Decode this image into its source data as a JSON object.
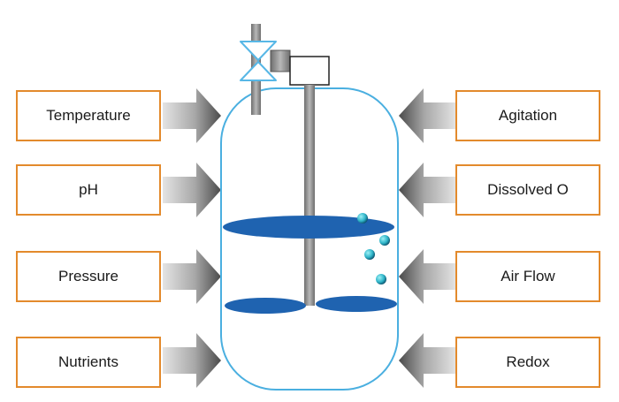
{
  "diagram": {
    "inputs_left": [
      {
        "label": "Temperature"
      },
      {
        "label": "pH"
      },
      {
        "label": "Pressure"
      },
      {
        "label": "Nutrients"
      }
    ],
    "inputs_right": [
      {
        "label": "Agitation"
      },
      {
        "label": "Dissolved O"
      },
      {
        "label": "Air Flow"
      },
      {
        "label": "Redox"
      }
    ]
  },
  "colors": {
    "box_border": "#e38a2c",
    "vessel_outline": "#4aafe0",
    "impeller": "#1f63b0",
    "shaft": "#8c8c8c",
    "valve": "#57b7e6",
    "arrow_dark": "#4a4a4a",
    "bubble": "#2fb5c9"
  }
}
